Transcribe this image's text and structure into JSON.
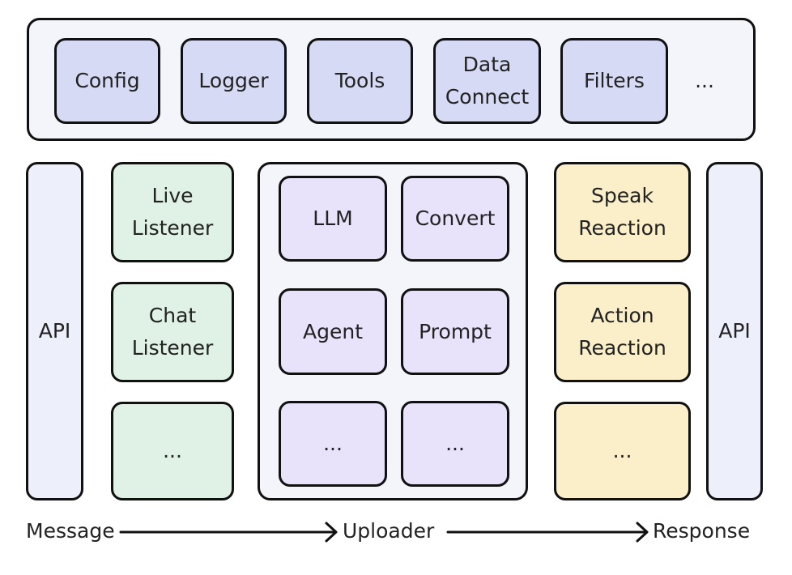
{
  "toolbar": {
    "items": [
      "Config",
      "Logger",
      "Tools",
      "Data\nConnect",
      "Filters"
    ],
    "more": "..."
  },
  "left_api": "API",
  "right_api": "API",
  "listeners": [
    "Live\nListener",
    "Chat\nListener",
    "..."
  ],
  "uploader_modules": [
    "LLM",
    "Convert",
    "Agent",
    "Prompt",
    "...",
    "..."
  ],
  "reactions": [
    "Speak\nReaction",
    "Action\nReaction",
    "..."
  ],
  "flow": {
    "start": "Message",
    "middle": "Uploader",
    "end": "Response"
  },
  "colors": {
    "toolbar_box": "#d6daf4",
    "listener_box": "#dff2e5",
    "uploader_box": "#e9e2fb",
    "reaction_box": "#fbefc9",
    "panel_bg": "#f3f5fb"
  }
}
